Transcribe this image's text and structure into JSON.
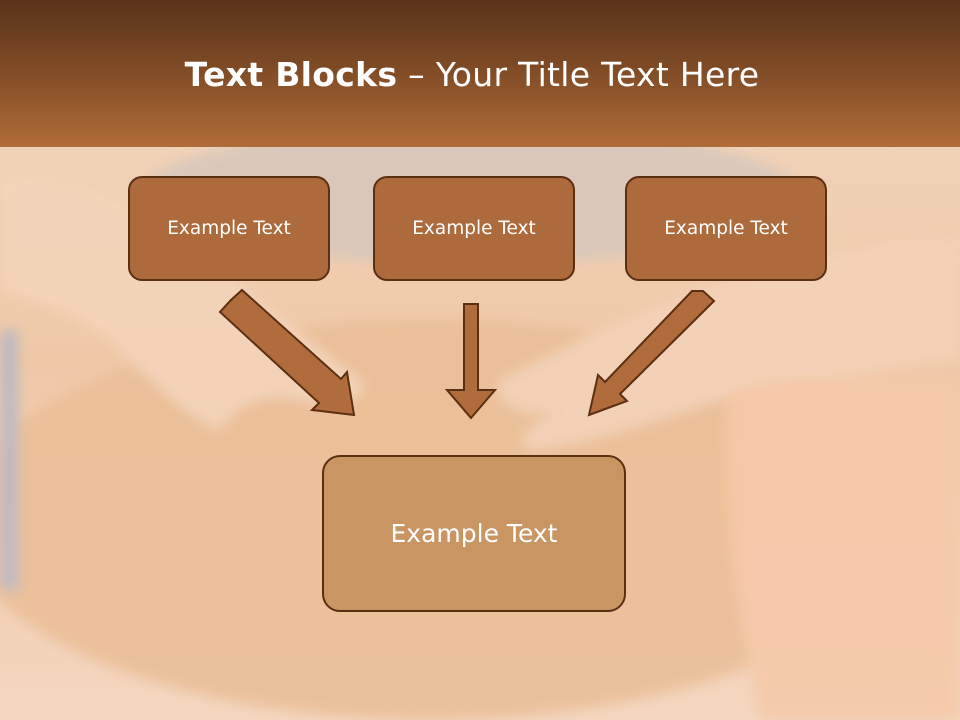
{
  "title": {
    "bold": "Text Blocks",
    "separator": " – ",
    "rest": "Your Title Text Here"
  },
  "boxes": [
    {
      "label": "Example Text"
    },
    {
      "label": "Example Text"
    },
    {
      "label": "Example Text"
    }
  ],
  "target_box": {
    "label": "Example Text"
  },
  "colors": {
    "header_dark": "#5a331a",
    "header_light": "#b06c38",
    "box_fill": "#ad6a3c",
    "box_border": "#5b2f12",
    "target_fill": "#c99562",
    "arrow": "#b06c3c"
  }
}
